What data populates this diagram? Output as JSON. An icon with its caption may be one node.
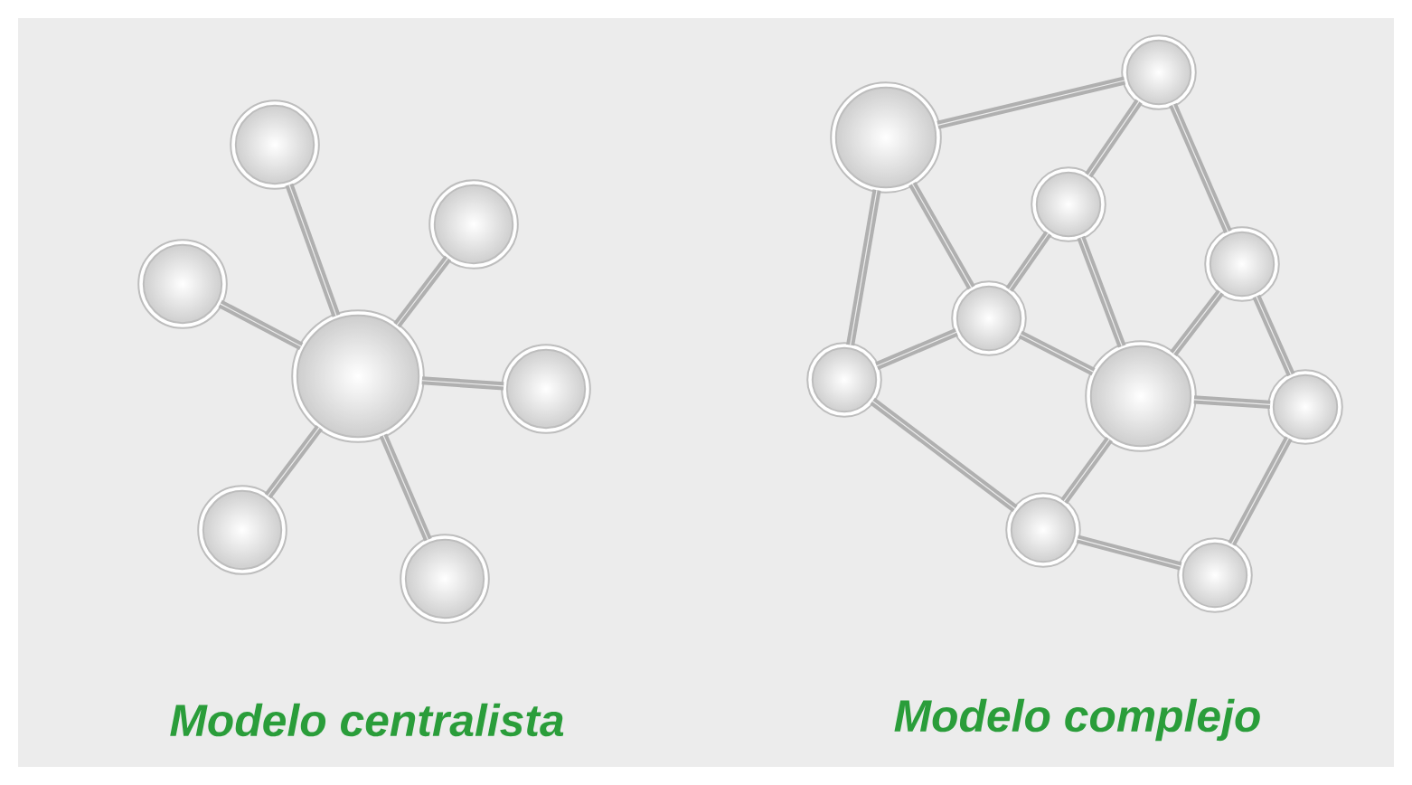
{
  "diagram": {
    "nodes": [
      {
        "text": [],
        "shape": "circle"
      },
      {
        "text": [],
        "shape": "circle"
      },
      {
        "text": [],
        "shape": "circle"
      },
      {
        "text": [],
        "shape": "circle"
      },
      {
        "text": [],
        "shape": "circle"
      },
      {
        "text": [],
        "shape": "circle"
      },
      {
        "text": [],
        "shape": "circle"
      },
      {
        "text": [],
        "shape": "circle"
      },
      {
        "text": [],
        "shape": "circle"
      },
      {
        "text": [],
        "shape": "circle"
      },
      {
        "text": [],
        "shape": "circle"
      },
      {
        "text": [],
        "shape": "circle"
      },
      {
        "text": [],
        "shape": "circle"
      },
      {
        "text": [],
        "shape": "circle"
      },
      {
        "text": [],
        "shape": "circle"
      },
      {
        "text": [],
        "shape": "circle"
      },
      {
        "text": [],
        "shape": "circle"
      }
    ],
    "edges": [
      {
        "from": 3,
        "to": 0,
        "arrow": "none"
      },
      {
        "from": 3,
        "to": 1,
        "arrow": "none"
      },
      {
        "from": 3,
        "to": 2,
        "arrow": "none"
      },
      {
        "from": 3,
        "to": 4,
        "arrow": "none"
      },
      {
        "from": 3,
        "to": 5,
        "arrow": "none"
      },
      {
        "from": 3,
        "to": 6,
        "arrow": "none"
      },
      {
        "from": 7,
        "to": 8,
        "arrow": "none"
      },
      {
        "from": 7,
        "to": 11,
        "arrow": "none"
      },
      {
        "from": 7,
        "to": 10,
        "arrow": "none"
      },
      {
        "from": 8,
        "to": 9,
        "arrow": "none"
      },
      {
        "from": 8,
        "to": 12,
        "arrow": "none"
      },
      {
        "from": 9,
        "to": 10,
        "arrow": "none"
      },
      {
        "from": 9,
        "to": 13,
        "arrow": "none"
      },
      {
        "from": 10,
        "to": 11,
        "arrow": "none"
      },
      {
        "from": 10,
        "to": 13,
        "arrow": "none"
      },
      {
        "from": 13,
        "to": 12,
        "arrow": "none"
      },
      {
        "from": 13,
        "to": 14,
        "arrow": "none"
      },
      {
        "from": 12,
        "to": 14,
        "arrow": "none"
      },
      {
        "from": 11,
        "to": 15,
        "arrow": "none"
      },
      {
        "from": 13,
        "to": 15,
        "arrow": "none"
      },
      {
        "from": 15,
        "to": 16,
        "arrow": "none"
      },
      {
        "from": 14,
        "to": 16,
        "arrow": "none"
      }
    ],
    "labels": [
      "Modelo centralista",
      "Modelo complejo"
    ]
  }
}
